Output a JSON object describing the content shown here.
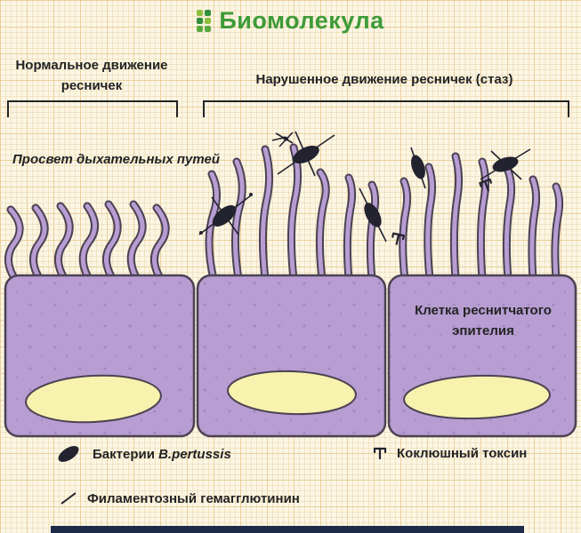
{
  "header": {
    "logo_text": "Биомолекула"
  },
  "sections": {
    "normal_title_line1": "Нормальное движение",
    "normal_title_line2": "ресничек",
    "disturbed_title": "Нарушенное движение ресничек (стаз)"
  },
  "annotations": {
    "airway_lumen": "Просвет дыхательных путей",
    "cell_label_line1": "Клетка реснитчатого",
    "cell_label_line2": "эпителия"
  },
  "legend": {
    "bacteria_prefix": "Бактерии ",
    "bacteria_species": "B.pertussis",
    "toxin_label": "Коклюшный токсин",
    "hemagglutinin_label": "Филаментозный гемагглютинин"
  },
  "icons": {
    "logo": "green-dots-grid-icon",
    "bacteria": "bacterium-oval-icon",
    "toxin": "toxin-t-icon",
    "hemagglutinin": "filament-line-icon"
  },
  "colors": {
    "background": "#fbf6e4",
    "grid_line": "#e9cf9d",
    "logo_green": "#3e9b38",
    "cell_fill": "#b79dd2",
    "cell_outline": "#4b4253",
    "nucleus_fill": "#f7f2ad",
    "bacteria_fill": "#23222f",
    "text_dark": "#232323",
    "footer_bar": "#1d2b49"
  }
}
